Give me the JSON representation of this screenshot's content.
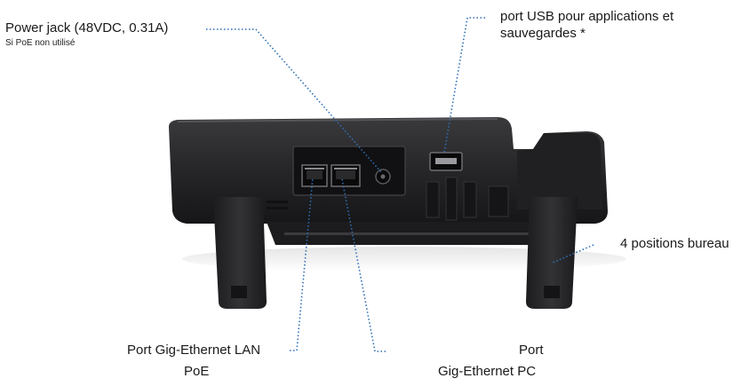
{
  "labels": {
    "power_jack": "Power jack (48VDC, 0.31A)",
    "power_jack_note": "Si PoE non utilisé",
    "usb_line1": "port USB pour applications et",
    "usb_line2": "sauvegardes  *",
    "stand": "4 positions bureau",
    "lan_line1": "Port Gig-Ethernet LAN",
    "lan_line2": "PoE",
    "pc_line1": "Port",
    "pc_line2": "Gig-Ethernet PC"
  },
  "colors": {
    "leader": "#2e6fb5",
    "device_body": "#2b2b2d",
    "device_dark": "#141416",
    "highlight": "#4a4a4e"
  }
}
